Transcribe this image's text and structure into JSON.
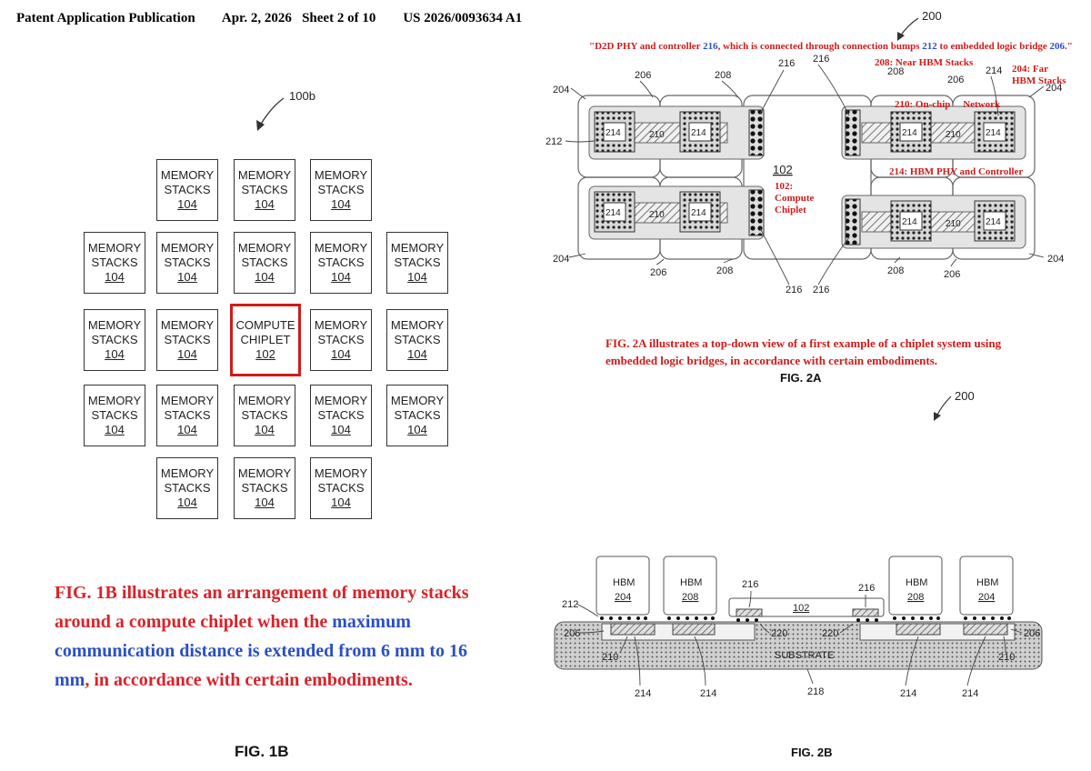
{
  "header": {
    "left": "Patent Application Publication",
    "date": "Apr. 2, 2026",
    "sheet": "Sheet 2 of 10",
    "pub_no": "US 2026/0093634 A1"
  },
  "fig1b": {
    "ref_label": "100b",
    "memory_line1": "MEMORY",
    "memory_line2": "STACKS",
    "memory_num": "104",
    "compute_line1": "COMPUTE",
    "compute_line2": "CHIPLET",
    "compute_num": "102",
    "caption_part1": "FIG. 1B illustrates an arrangement of memory stacks around a compute chiplet when the ",
    "caption_part2": "maximum communication distance",
    "caption_part3": " is extended from 6 mm to 16 mm",
    "caption_part4": ", in accordance with certain embodiments.",
    "label": "FIG. 1B"
  },
  "fig2a": {
    "ref_label": "200",
    "quote_a": "\"D2D PHY and controller ",
    "quote_b": "216",
    "quote_c": ", which is connected through connection bumps ",
    "quote_d": "212",
    "quote_e": " to embedded logic bridge ",
    "quote_f": "206",
    "quote_g": ".\"",
    "ann_near": "208: Near HBM Stacks",
    "ann_far": "204: Far HBM Stacks",
    "ann_onchip_a": "210: On-chip",
    "ann_onchip_b": "Network",
    "ann_phy": "214: HBM PHY and Controller",
    "ann_compute": "102: Compute Chiplet",
    "refs": {
      "r204": "204",
      "r206": "206",
      "r208": "208",
      "r210": "210",
      "r212": "212",
      "r214": "214",
      "r216": "216",
      "r102": "102"
    },
    "caption": "FIG. 2A illustrates a top-down view of a first example of a chiplet system using embedded logic bridges, in accordance with certain embodiments.",
    "label": "FIG. 2A"
  },
  "fig2b": {
    "ref_label": "200",
    "hbm": "HBM",
    "substrate": "SUBSTRATE",
    "refs": {
      "r204": "204",
      "r206": "206",
      "r208": "208",
      "r210": "210",
      "r212": "212",
      "r214": "214",
      "r216": "216",
      "r218": "218",
      "r220": "220",
      "r102": "102"
    },
    "label": "FIG. 2B"
  }
}
